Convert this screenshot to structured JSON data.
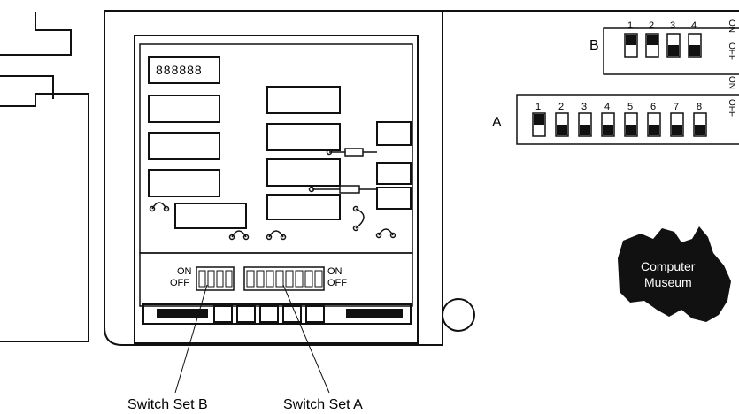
{
  "switch_set_b": {
    "letter": "B",
    "numbers": [
      "1",
      "2",
      "3",
      "4"
    ],
    "on_label": "ON",
    "off_label": "OFF",
    "states": [
      "on",
      "on",
      "off",
      "off"
    ]
  },
  "switch_set_a": {
    "letter": "A",
    "numbers": [
      "1",
      "2",
      "3",
      "4",
      "5",
      "6",
      "7",
      "8"
    ],
    "on_label": "ON",
    "off_label": "OFF",
    "states": [
      "on",
      "off",
      "off",
      "off",
      "off",
      "off",
      "off",
      "off"
    ]
  },
  "board": {
    "left_on": "ON",
    "left_off": "OFF",
    "right_on": "ON",
    "right_off": "OFF"
  },
  "callouts": {
    "switch_set_b": "Switch Set B",
    "switch_set_a": "Switch Set A"
  },
  "watermark": {
    "line1": "Computer",
    "line2": "Museum"
  }
}
